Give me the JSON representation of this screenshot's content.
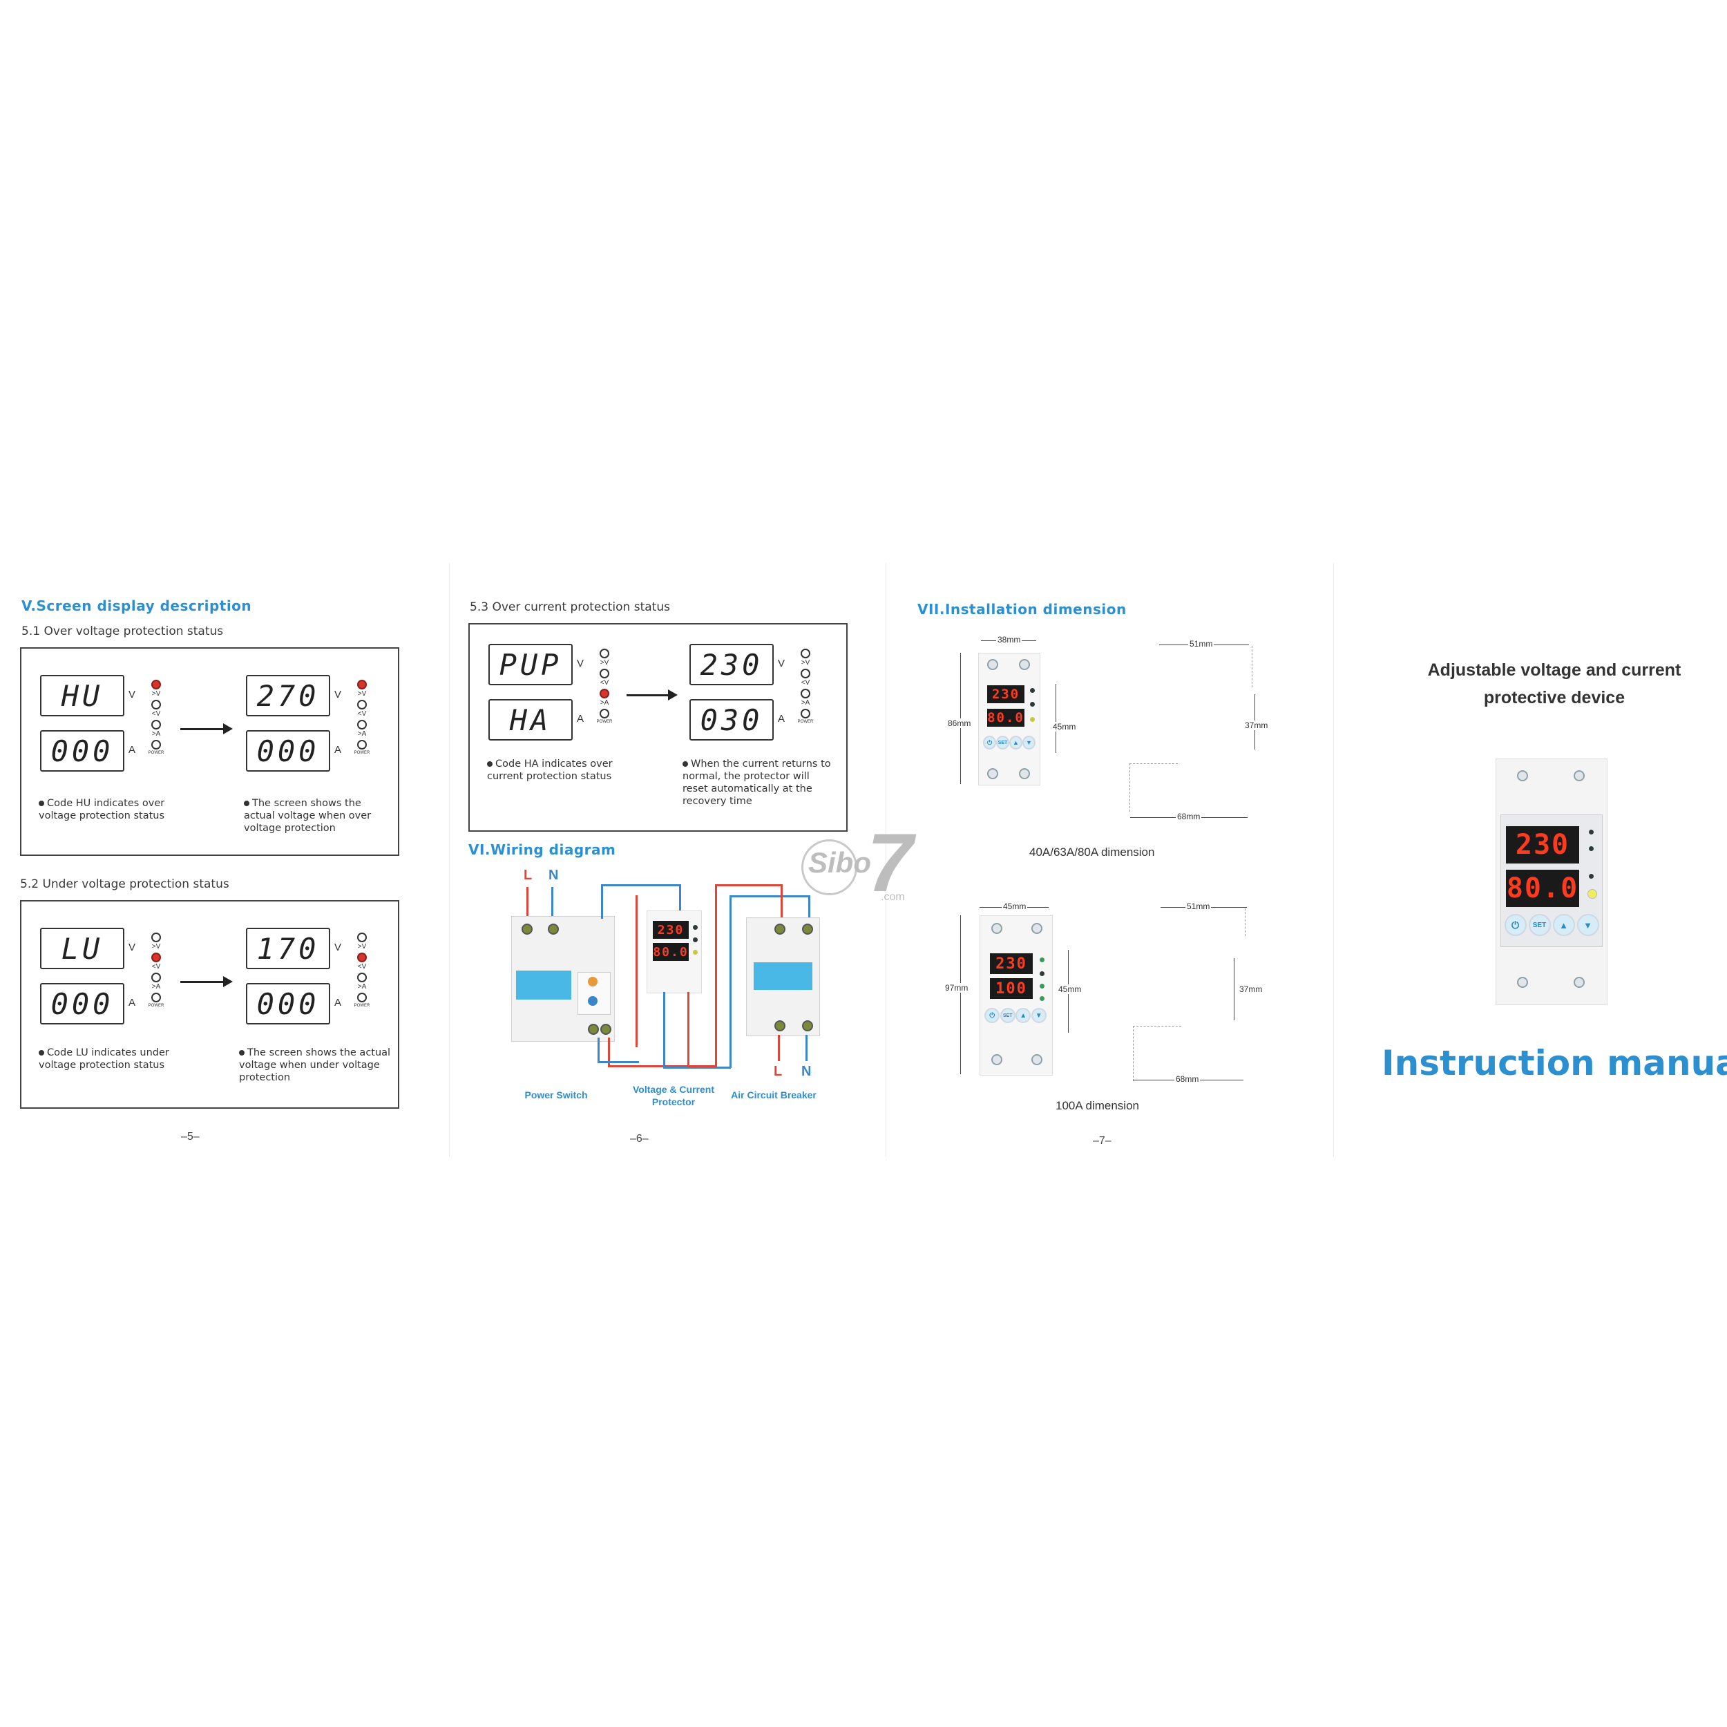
{
  "page5": {
    "section_title": "V.Screen display description",
    "sub_5_1": "5.1 Over voltage protection status",
    "sub_5_2": "5.2 Under voltage protection status",
    "page_number": "–5–",
    "box1": {
      "left_display": {
        "top": "HU",
        "bottom": "000"
      },
      "right_display": {
        "top": "270",
        "bottom": "000"
      },
      "caption_left": "Code HU indicates over voltage protection status",
      "caption_right": "The screen shows the actual voltage when over voltage protection"
    },
    "box2": {
      "left_display": {
        "top": "LU",
        "bottom": "000"
      },
      "right_display": {
        "top": "170",
        "bottom": "000"
      },
      "caption_left": "Code LU indicates under voltage protection status",
      "caption_right": "The screen shows the actual voltage when under voltage protection"
    }
  },
  "display_labels": {
    "unit_v": "V",
    "unit_a": "A",
    "led_over_v": ">V",
    "led_under_v": "<V",
    "led_over_a": ">A",
    "led_power": "POWER"
  },
  "page6": {
    "sub_5_3": "5.3 Over current protection status",
    "box3": {
      "left_display": {
        "top": "PUP",
        "bottom": "HA"
      },
      "right_display": {
        "top": "230",
        "bottom": "030"
      },
      "caption_left": "Code HA indicates over current protection status",
      "caption_right": "When the current returns to normal, the protector will reset automatically at the recovery time"
    },
    "wiring_title": "VI.Wiring diagram",
    "wiring_labels": {
      "L_top": "L",
      "N_top": "N",
      "L_bottom": "L",
      "N_bottom": "N",
      "power_switch": "Power Switch",
      "protector": "Voltage & Current Protector",
      "air_breaker": "Air Circuit Breaker"
    },
    "page_number": "–6–"
  },
  "page7": {
    "section_title": "VII.Installation dimension",
    "dim1": {
      "width": "38mm",
      "depth": "51mm",
      "height": "86mm",
      "face": "45mm",
      "side": "37mm",
      "base": "68mm",
      "caption": "40A/63A/80A dimension",
      "top_value": "230",
      "bottom_value": "80.0"
    },
    "dim2": {
      "width": "45mm",
      "depth": "51mm",
      "height": "97mm",
      "face": "45mm",
      "side": "37mm",
      "base": "68mm",
      "caption": "100A dimension",
      "top_value": "230",
      "bottom_value": "100"
    },
    "page_number": "–7–"
  },
  "cover": {
    "subtitle": "Adjustable voltage and current protective device",
    "title": "Instruction manual",
    "device_top_value": "230",
    "device_bottom_value": "80.0",
    "set_button": "SET"
  },
  "watermark": {
    "brand": "Sibo",
    "number": "7",
    "suffix": ".com"
  },
  "colors": {
    "accent_blue": "#2c8fd0",
    "led_red": "#d8352d",
    "display_red": "#ff3b1f",
    "wire_red": "#e0453a",
    "wire_blue": "#3a86c8"
  }
}
